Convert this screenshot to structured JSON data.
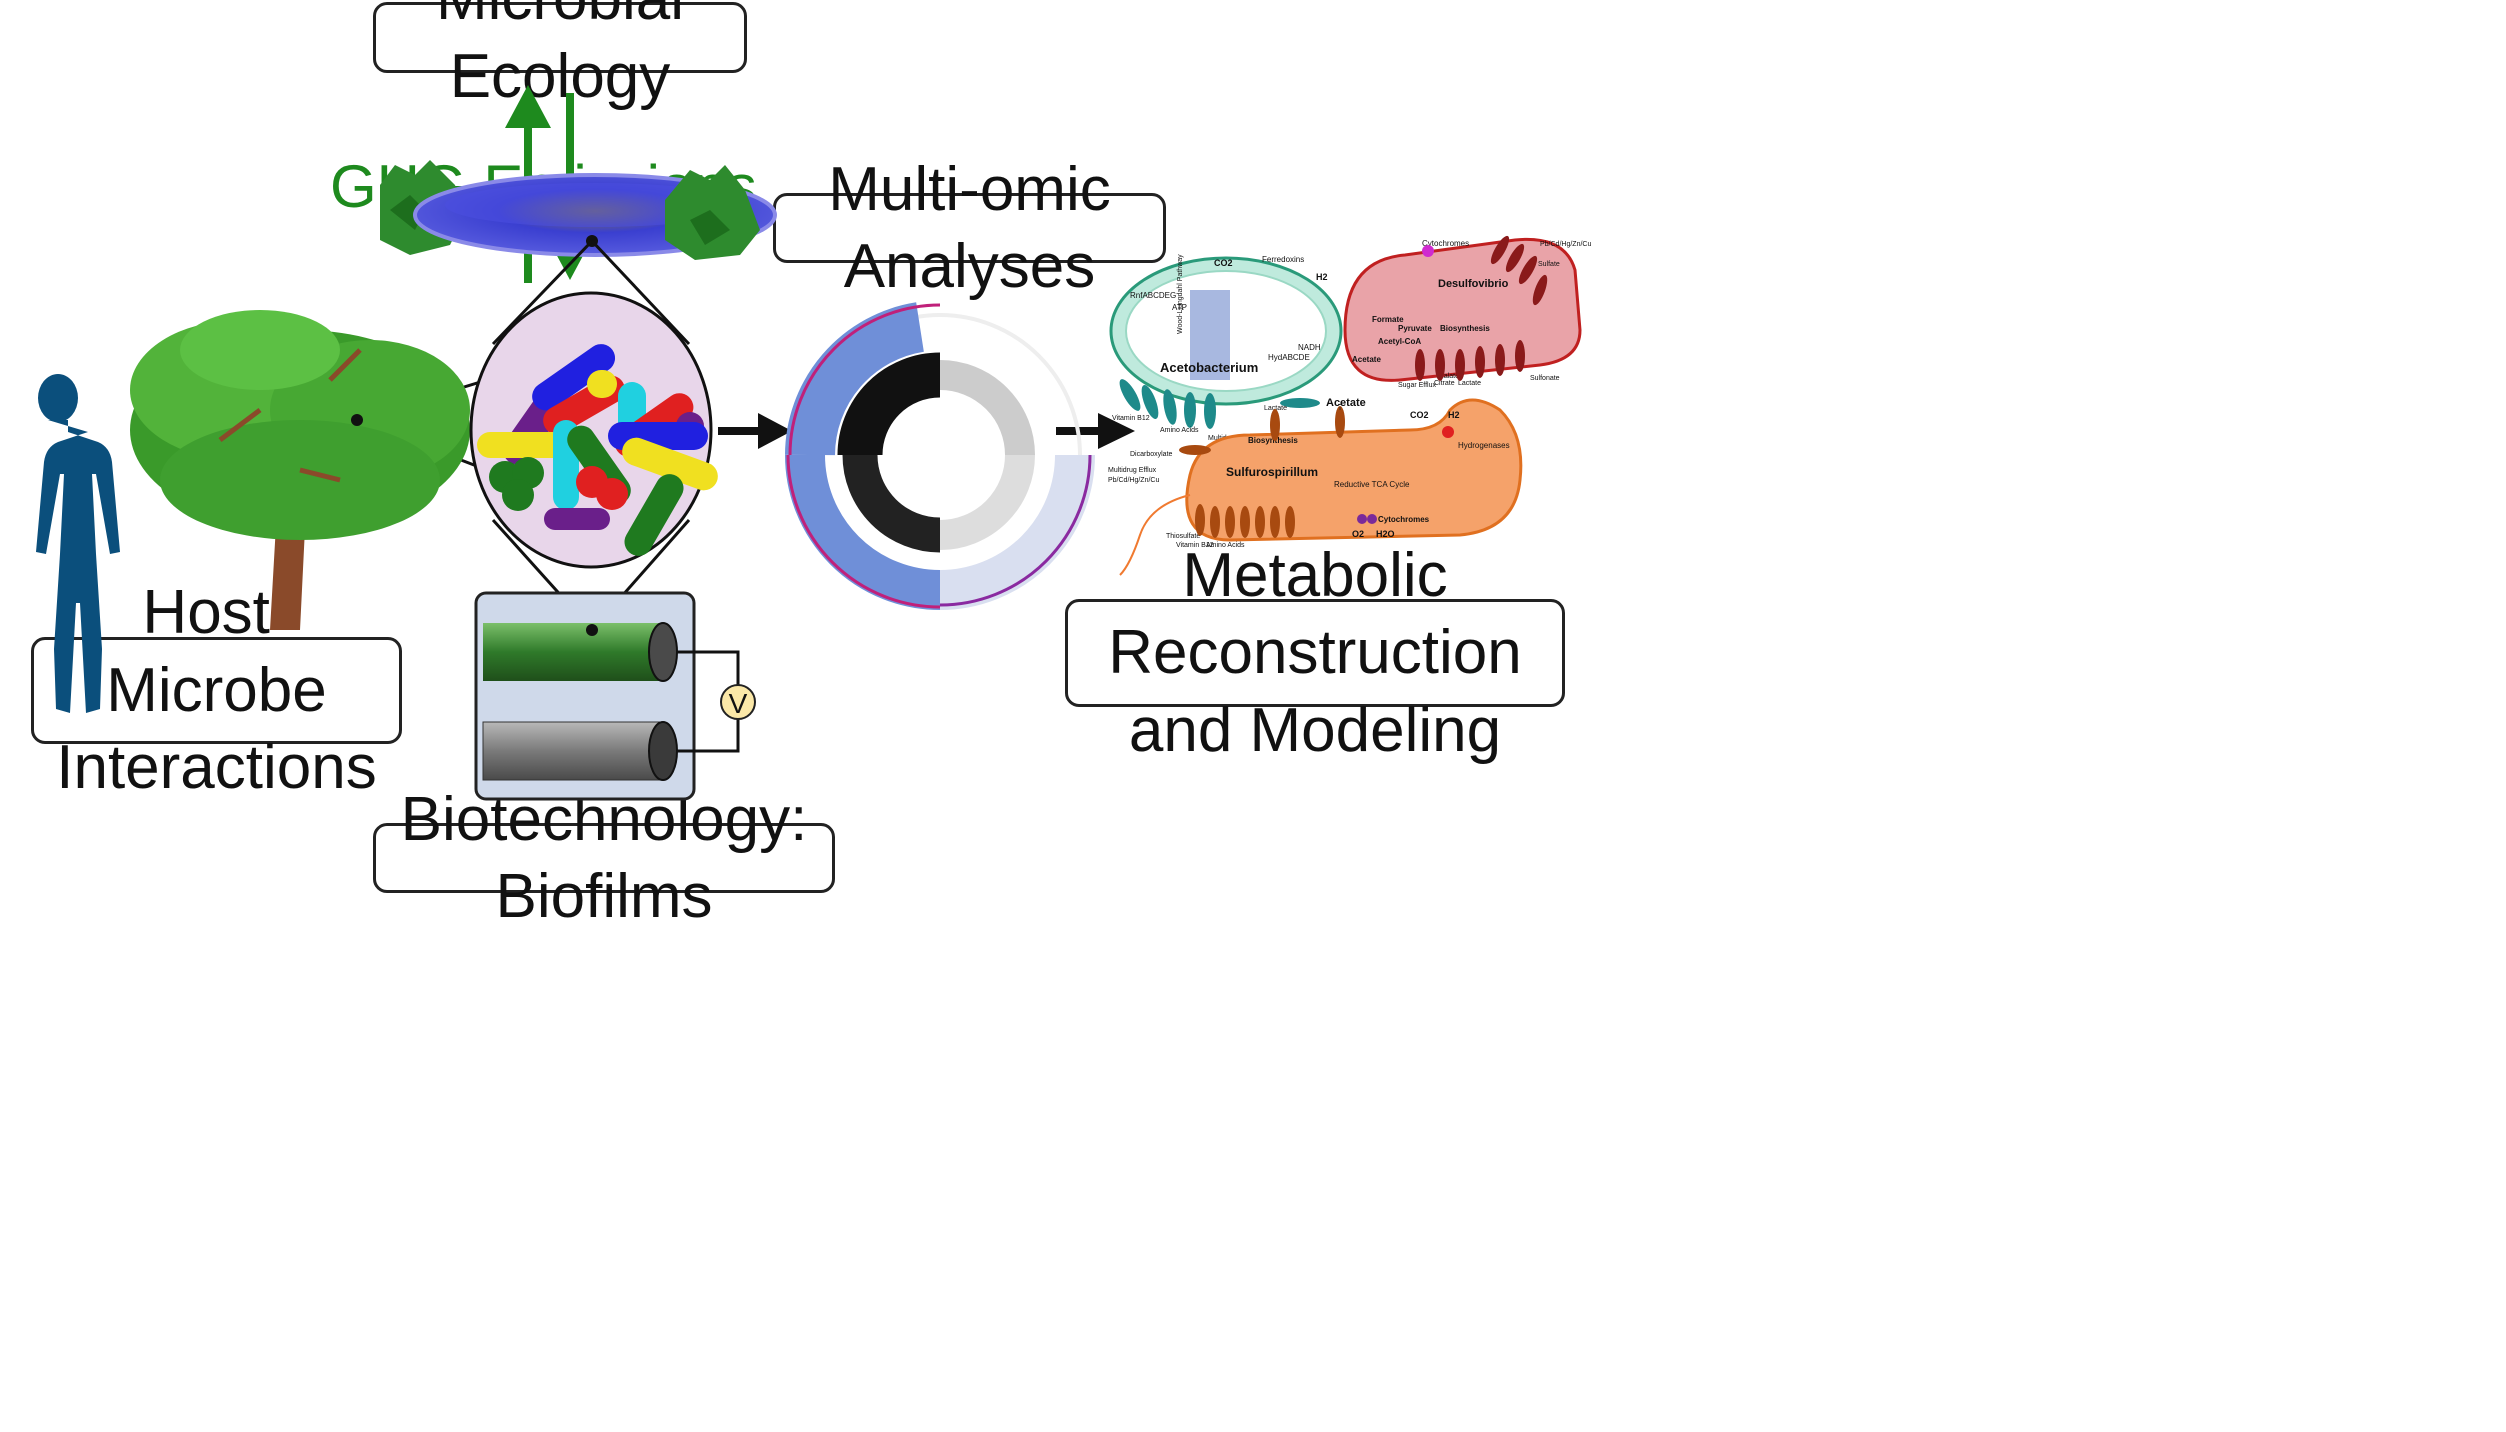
{
  "labels": {
    "microbial_ecology": "Microbial Ecology",
    "ghg_emissions": "GHG Emissions",
    "multi_omic": "Multi-omic Analyses",
    "metabolic_line1": "Metabolic Reconstruction",
    "metabolic_line2": "and Modeling",
    "host_line1": "Host-Microbe",
    "host_line2": "Interactions",
    "biotech": "Biotechnology: Biofilms",
    "voltmeter": "V"
  },
  "metabolic": {
    "acetobacterium": "Acetobacterium",
    "desulfovibrio": "Desulfovibrio",
    "sulfurospirillum": "Sulfurospirillum",
    "acetate": "Acetate",
    "co2": "CO2",
    "h2": "H2",
    "ferredoxins": "Ferredoxins",
    "rnf": "RnfABCDEG",
    "wood_ljungdahl": "Wood-Ljungdahl Pathway",
    "hydabcde": "HydABCDE",
    "cytochromes": "Cytochromes",
    "hydrogenases": "Hydrogenases",
    "biosynthesis": "Biosynthesis",
    "pyruvate": "Pyruvate",
    "formate": "Formate",
    "acetyl_coa": "Acetyl-CoA",
    "reductive_tca": "Reductive TCA Cycle",
    "lactate": "Lactate",
    "multidrug_efflux": "Multidrug Efflux",
    "amino_acids": "Amino Acids",
    "vitamin_b12": "Vitamin B12",
    "o2": "O2",
    "h2o": "H2O",
    "sugar_efflux": "Sugar Efflux",
    "malate": "Malate",
    "citrate": "Citrate",
    "thiosulfate": "Thiosulfate",
    "dicarboxylate": "Dicarboxylate",
    "sulfate": "Sulfate",
    "sulfonate": "Sulfonate",
    "metals": "Pb/Cd/Hg/Zn/Cu",
    "nadh": "NADH",
    "atp": "ATP"
  },
  "colors": {
    "ghg_green": "#1e8a1e",
    "human_blue": "#0b4f7c",
    "acetobacterium_fill": "#bfeadd",
    "desulfovibrio_fill": "#e9a3a8",
    "sulfurospirillum_fill": "#f5a26a",
    "panel_blue": "#cfd9ea"
  }
}
